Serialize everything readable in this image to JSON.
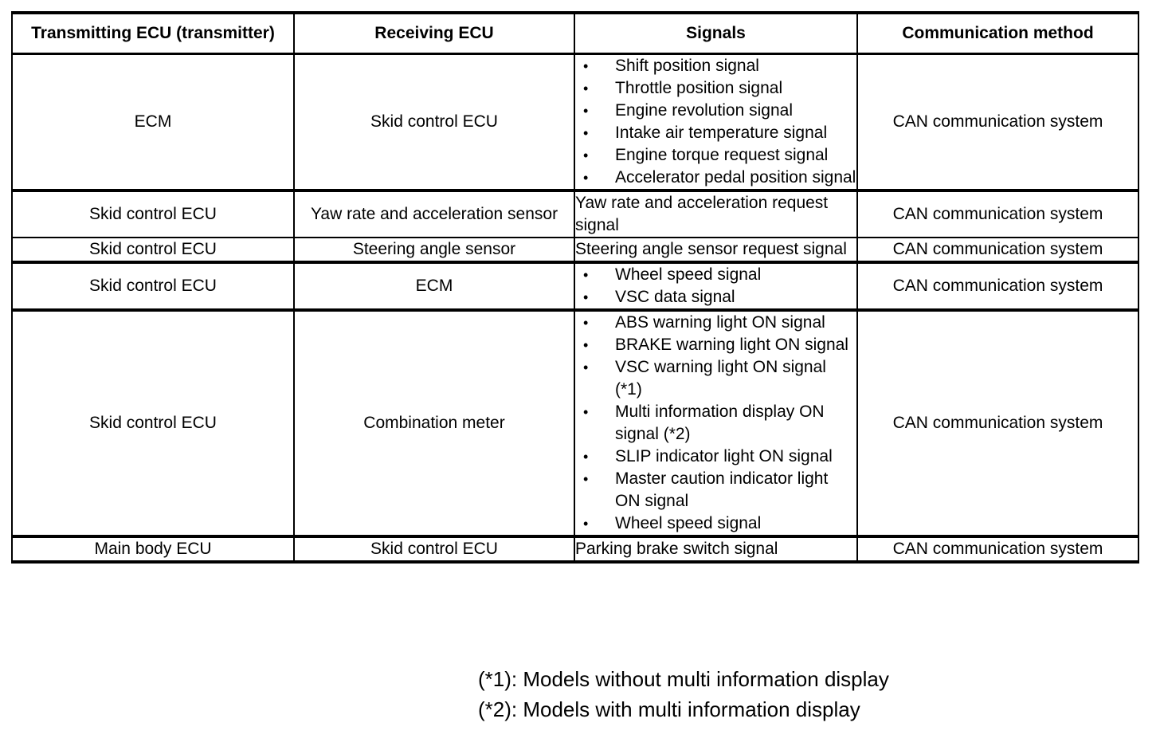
{
  "table": {
    "headers": [
      "Transmitting ECU (transmitter)",
      "Receiving ECU",
      "Signals",
      "Communication method"
    ],
    "rows": [
      {
        "transmitter": "ECM",
        "receiver": "Skid control ECU",
        "signals_bulleted": true,
        "signals": [
          "Shift position signal",
          "Throttle position signal",
          "Engine revolution signal",
          "Intake air temperature signal",
          "Engine torque request signal",
          "Accelerator pedal position signal"
        ],
        "method": "CAN communication system"
      },
      {
        "transmitter": "Skid control ECU",
        "receiver": "Yaw rate and acceleration sensor",
        "signals_bulleted": false,
        "signals": [
          "Yaw rate and acceleration request signal"
        ],
        "method": "CAN communication system"
      },
      {
        "transmitter": "Skid control ECU",
        "receiver": "Steering angle sensor",
        "signals_bulleted": false,
        "signals": [
          "Steering angle sensor request signal"
        ],
        "method": "CAN communication system"
      },
      {
        "transmitter": "Skid control ECU",
        "receiver": "ECM",
        "signals_bulleted": true,
        "signals": [
          "Wheel speed signal",
          "VSC data signal"
        ],
        "method": "CAN communication system"
      },
      {
        "transmitter": "Skid control ECU",
        "receiver": "Combination meter",
        "signals_bulleted": true,
        "signals": [
          "ABS warning light ON signal",
          "BRAKE warning light ON signal",
          "VSC warning light ON signal (*1)",
          "Multi information display ON signal (*2)",
          "SLIP indicator light ON signal",
          "Master caution indicator light ON signal",
          "Wheel speed signal"
        ],
        "method": "CAN communication system"
      },
      {
        "transmitter": "Main body ECU",
        "receiver": "Skid control ECU",
        "signals_bulleted": false,
        "signals": [
          "Parking brake switch signal"
        ],
        "method": "CAN communication system"
      }
    ]
  },
  "footnotes": [
    "(*1): Models without multi information display",
    "(*2): Models with multi information display"
  ],
  "bullet_glyph": "•",
  "colors": {
    "text": "#000000",
    "background": "#ffffff",
    "border": "#000000"
  }
}
